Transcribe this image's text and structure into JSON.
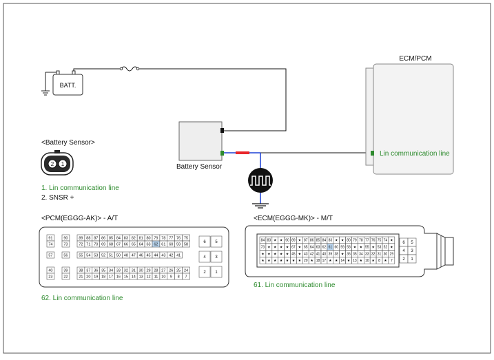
{
  "components": {
    "battery_label": "BATT.",
    "battery_sensor_label": "Battery Sensor",
    "ecm_title": "ECM/PCM",
    "ecm_pin_label": "Lin communication line"
  },
  "battery_sensor_connector": {
    "title": "<Battery Sensor>",
    "pins": [
      "2",
      "1"
    ],
    "legend": [
      "1. Lin communication line",
      "2. SNSR +"
    ]
  },
  "pcm_connector": {
    "title": "<PCM(EGGG-AK)> - A/T",
    "rows": [
      [
        "91",
        "90",
        "89",
        "88",
        "87",
        "86",
        "85",
        "84",
        "83",
        "82",
        "81",
        "80",
        "79",
        "78",
        "77",
        "76",
        "75"
      ],
      [
        "74",
        "73",
        "72",
        "71",
        "70",
        "69",
        "68",
        "67",
        "66",
        "65",
        "64",
        "63",
        "62",
        "61",
        "60",
        "59",
        "58"
      ],
      [
        "57",
        "56",
        "55",
        "54",
        "53",
        "52",
        "51",
        "50",
        "48",
        "47",
        "46",
        "45",
        "44",
        "43",
        "42",
        "41"
      ],
      [
        "40",
        "39",
        "38",
        "37",
        "36",
        "35",
        "34",
        "33",
        "32",
        "31",
        "30",
        "29",
        "28",
        "27",
        "26",
        "25",
        "24"
      ],
      [
        "23",
        "22",
        "21",
        "20",
        "19",
        "18",
        "17",
        "16",
        "15",
        "14",
        "13",
        "12",
        "11",
        "10",
        "9",
        "8",
        "7"
      ]
    ],
    "side_pins": [
      "6",
      "5",
      "4",
      "3",
      "2",
      "1"
    ],
    "highlight_pin": "62",
    "note": "62. Lin communication line"
  },
  "ecm_connector": {
    "title": "<ECM(EGGG-MK)> - M/T",
    "rows": [
      [
        "84",
        "83",
        "★",
        "★",
        "90",
        "89",
        "★",
        "87",
        "86",
        "85",
        "84",
        "83",
        "★",
        "★",
        "80",
        "79",
        "78",
        "77",
        "76",
        "75",
        "74",
        "★"
      ],
      [
        "73",
        "★",
        "★",
        "★",
        "★",
        "67",
        "★",
        "65",
        "64",
        "63",
        "62",
        "61",
        "60",
        "59",
        "58",
        "★",
        "★",
        "55",
        "★",
        "53",
        "52",
        "★"
      ],
      [
        "★",
        "★",
        "★",
        "★",
        "★",
        "45",
        "★",
        "43",
        "42",
        "41",
        "40",
        "39",
        "38",
        "★",
        "36",
        "35",
        "34",
        "33",
        "32",
        "31",
        "30",
        "29"
      ],
      [
        "★",
        "★",
        "★",
        "★",
        "★",
        "★",
        "★",
        "20",
        "★",
        "18",
        "17",
        "★",
        "★",
        "14",
        "★",
        "13",
        "★",
        "10",
        "★",
        "8",
        "★",
        "7"
      ]
    ],
    "side_pins": [
      "6",
      "5",
      "4",
      "3",
      "2",
      "1"
    ],
    "highlight_pin": "61",
    "note": "61. Lin communication line"
  },
  "colors": {
    "wire_red": "#e8262a",
    "wire_blue": "#1a3fd6",
    "wire_black": "#111111",
    "pin_green": "#2e8b2e",
    "highlight": "#b8d4ee"
  }
}
